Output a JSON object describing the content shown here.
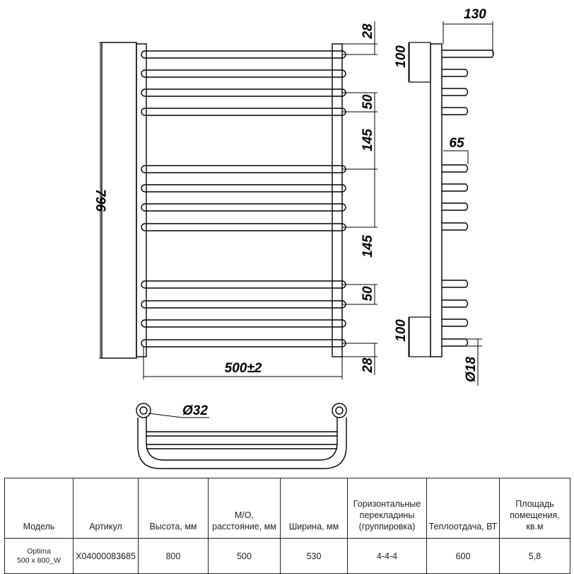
{
  "front_view": {
    "dim_total_height": "796",
    "dim_width": "500±2",
    "dim_top": "28",
    "dim_bottom": "28",
    "dim_gap_top": "50",
    "dim_group_top": "145",
    "dim_group_bottom": "145",
    "dim_gap_bottom": "50"
  },
  "side_view": {
    "dim_depth": "130",
    "dim_bracket_top": "100",
    "dim_bracket_bottom": "100",
    "dim_short_bar": "65",
    "dim_pipe": "Ø18"
  },
  "top_view": {
    "dim_diameter": "Ø32"
  },
  "spec_table": {
    "headers": [
      "Модель",
      "Артикул",
      "Высота, мм",
      "М/О, расстояние, мм",
      "Ширина, мм",
      "Горизонтальные перекладины (группировка)",
      "Теплоотдача, ВТ",
      "Площадь помещения, кв.м"
    ],
    "row": {
      "model_line1": "Optima",
      "model_line2": "500 x 800_W",
      "article": "Х04000083685",
      "height": "800",
      "axis_distance": "500",
      "width": "530",
      "bars": "4-4-4",
      "heat_output": "600",
      "area": "5,8"
    }
  }
}
